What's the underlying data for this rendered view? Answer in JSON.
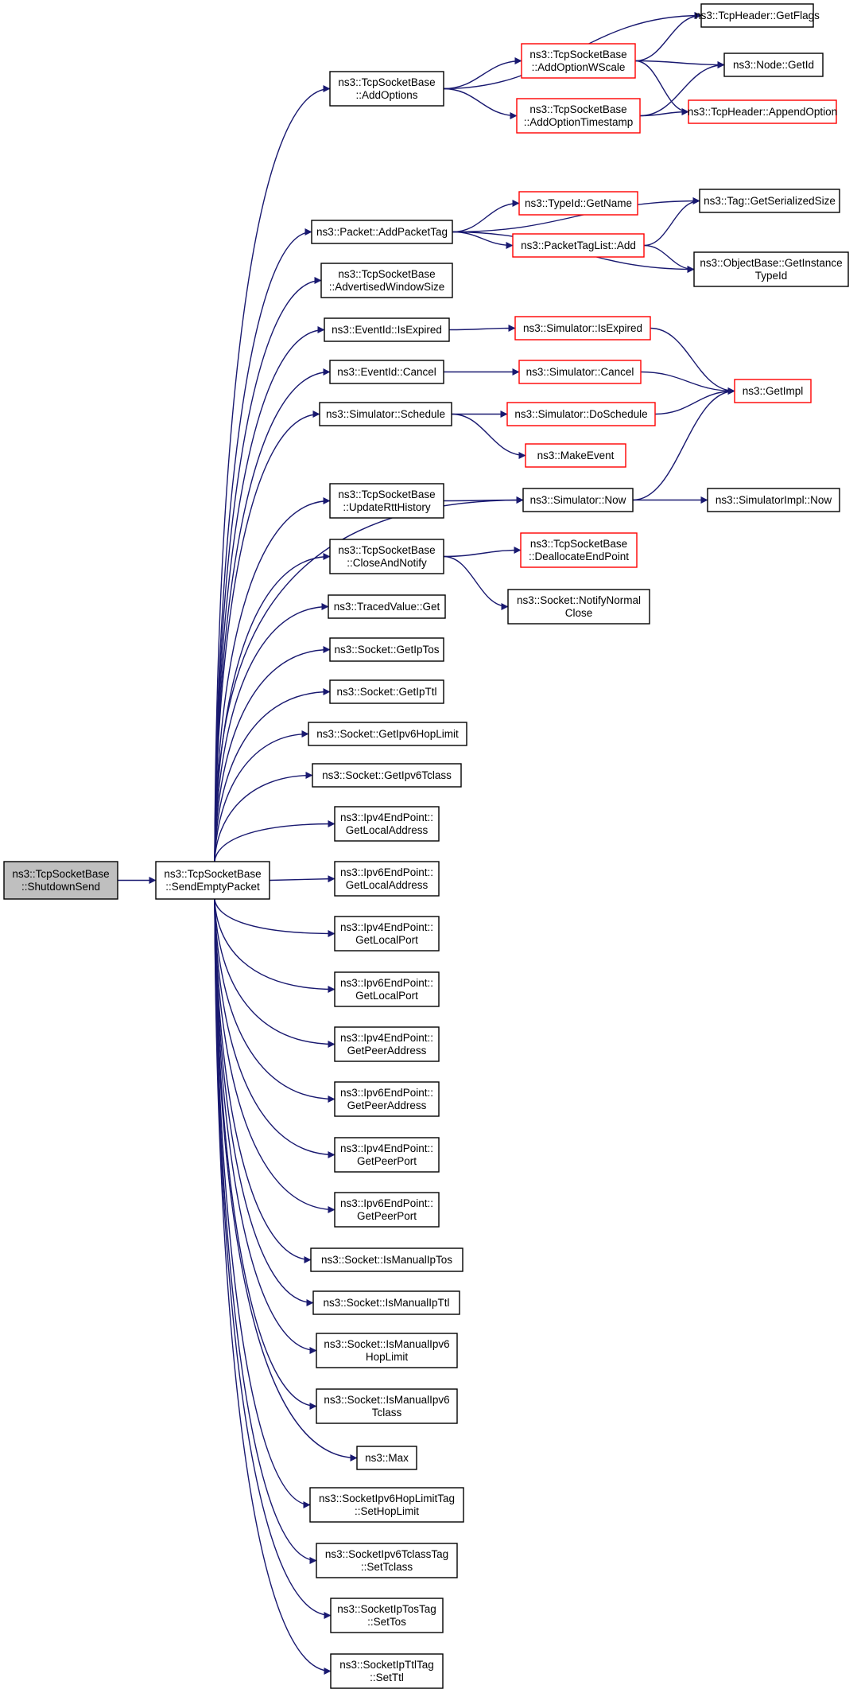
{
  "graph": {
    "nodes": [
      {
        "id": "root",
        "lines": [
          "ns3::TcpSocketBase",
          "::ShutdownSend"
        ],
        "style": "root"
      },
      {
        "id": "send",
        "lines": [
          "ns3::TcpSocketBase",
          "::SendEmptyPacket"
        ],
        "style": "normal"
      },
      {
        "id": "addopts",
        "lines": [
          "ns3::TcpSocketBase",
          "::AddOptions"
        ],
        "style": "normal"
      },
      {
        "id": "getflags",
        "lines": [
          "ns3::TcpHeader::GetFlags"
        ],
        "style": "normal"
      },
      {
        "id": "wscale",
        "lines": [
          "ns3::TcpSocketBase",
          "::AddOptionWScale"
        ],
        "style": "red"
      },
      {
        "id": "nodeid",
        "lines": [
          "ns3::Node::GetId"
        ],
        "style": "normal"
      },
      {
        "id": "tstamp",
        "lines": [
          "ns3::TcpSocketBase",
          "::AddOptionTimestamp"
        ],
        "style": "red"
      },
      {
        "id": "appendopt",
        "lines": [
          "ns3::TcpHeader::AppendOption"
        ],
        "style": "red"
      },
      {
        "id": "addtag",
        "lines": [
          "ns3::Packet::AddPacketTag"
        ],
        "style": "normal"
      },
      {
        "id": "typeidname",
        "lines": [
          "ns3::TypeId::GetName"
        ],
        "style": "red"
      },
      {
        "id": "tagsize",
        "lines": [
          "ns3::Tag::GetSerializedSize"
        ],
        "style": "normal"
      },
      {
        "id": "taglistadd",
        "lines": [
          "ns3::PacketTagList::Add"
        ],
        "style": "red"
      },
      {
        "id": "instancetypeid",
        "lines": [
          "ns3::ObjectBase::GetInstance",
          "TypeId"
        ],
        "style": "normal"
      },
      {
        "id": "advwin",
        "lines": [
          "ns3::TcpSocketBase",
          "::AdvertisedWindowSize"
        ],
        "style": "normal"
      },
      {
        "id": "isexpired",
        "lines": [
          "ns3::EventId::IsExpired"
        ],
        "style": "normal"
      },
      {
        "id": "simisexpired",
        "lines": [
          "ns3::Simulator::IsExpired"
        ],
        "style": "red"
      },
      {
        "id": "getimpl",
        "lines": [
          "ns3::GetImpl"
        ],
        "style": "red"
      },
      {
        "id": "cancel",
        "lines": [
          "ns3::EventId::Cancel"
        ],
        "style": "normal"
      },
      {
        "id": "simcancel",
        "lines": [
          "ns3::Simulator::Cancel"
        ],
        "style": "red"
      },
      {
        "id": "schedule",
        "lines": [
          "ns3::Simulator::Schedule"
        ],
        "style": "normal"
      },
      {
        "id": "doschedule",
        "lines": [
          "ns3::Simulator::DoSchedule"
        ],
        "style": "red"
      },
      {
        "id": "makeevent",
        "lines": [
          "ns3::MakeEvent"
        ],
        "style": "red"
      },
      {
        "id": "rtthist",
        "lines": [
          "ns3::TcpSocketBase",
          "::UpdateRttHistory"
        ],
        "style": "normal"
      },
      {
        "id": "simnow",
        "lines": [
          "ns3::Simulator::Now"
        ],
        "style": "normal"
      },
      {
        "id": "implnow",
        "lines": [
          "ns3::SimulatorImpl::Now"
        ],
        "style": "normal"
      },
      {
        "id": "closenotify",
        "lines": [
          "ns3::TcpSocketBase",
          "::CloseAndNotify"
        ],
        "style": "normal"
      },
      {
        "id": "dealloc",
        "lines": [
          "ns3::TcpSocketBase",
          "::DeallocateEndPoint"
        ],
        "style": "red"
      },
      {
        "id": "notifyclose",
        "lines": [
          "ns3::Socket::NotifyNormal",
          "Close"
        ],
        "style": "normal"
      },
      {
        "id": "tracedget",
        "lines": [
          "ns3::TracedValue::Get"
        ],
        "style": "normal"
      },
      {
        "id": "getiptos",
        "lines": [
          "ns3::Socket::GetIpTos"
        ],
        "style": "normal"
      },
      {
        "id": "getipttl",
        "lines": [
          "ns3::Socket::GetIpTtl"
        ],
        "style": "normal"
      },
      {
        "id": "getipv6hop",
        "lines": [
          "ns3::Socket::GetIpv6HopLimit"
        ],
        "style": "normal"
      },
      {
        "id": "getipv6tc",
        "lines": [
          "ns3::Socket::GetIpv6Tclass"
        ],
        "style": "normal"
      },
      {
        "id": "ep4local",
        "lines": [
          "ns3::Ipv4EndPoint::",
          "GetLocalAddress"
        ],
        "style": "normal"
      },
      {
        "id": "ep6local",
        "lines": [
          "ns3::Ipv6EndPoint::",
          "GetLocalAddress"
        ],
        "style": "normal"
      },
      {
        "id": "ep4lport",
        "lines": [
          "ns3::Ipv4EndPoint::",
          "GetLocalPort"
        ],
        "style": "normal"
      },
      {
        "id": "ep6lport",
        "lines": [
          "ns3::Ipv6EndPoint::",
          "GetLocalPort"
        ],
        "style": "normal"
      },
      {
        "id": "ep4peer",
        "lines": [
          "ns3::Ipv4EndPoint::",
          "GetPeerAddress"
        ],
        "style": "normal"
      },
      {
        "id": "ep6peer",
        "lines": [
          "ns3::Ipv6EndPoint::",
          "GetPeerAddress"
        ],
        "style": "normal"
      },
      {
        "id": "ep4pport",
        "lines": [
          "ns3::Ipv4EndPoint::",
          "GetPeerPort"
        ],
        "style": "normal"
      },
      {
        "id": "ep6pport",
        "lines": [
          "ns3::Ipv6EndPoint::",
          "GetPeerPort"
        ],
        "style": "normal"
      },
      {
        "id": "manualtos",
        "lines": [
          "ns3::Socket::IsManualIpTos"
        ],
        "style": "normal"
      },
      {
        "id": "manualttl",
        "lines": [
          "ns3::Socket::IsManualIpTtl"
        ],
        "style": "normal"
      },
      {
        "id": "manualv6hop",
        "lines": [
          "ns3::Socket::IsManualIpv6",
          "HopLimit"
        ],
        "style": "normal"
      },
      {
        "id": "manualv6tc",
        "lines": [
          "ns3::Socket::IsManualIpv6",
          "Tclass"
        ],
        "style": "normal"
      },
      {
        "id": "max",
        "lines": [
          "ns3::Max"
        ],
        "style": "normal"
      },
      {
        "id": "sethop",
        "lines": [
          "ns3::SocketIpv6HopLimitTag",
          "::SetHopLimit"
        ],
        "style": "normal"
      },
      {
        "id": "settclass",
        "lines": [
          "ns3::SocketIpv6TclassTag",
          "::SetTclass"
        ],
        "style": "normal"
      },
      {
        "id": "settos",
        "lines": [
          "ns3::SocketIpTosTag",
          "::SetTos"
        ],
        "style": "normal"
      },
      {
        "id": "setttl",
        "lines": [
          "ns3::SocketIpTtlTag",
          "::SetTtl"
        ],
        "style": "normal"
      }
    ],
    "edges": [
      {
        "from": "root",
        "to": "send"
      },
      {
        "from": "send",
        "to": "addopts"
      },
      {
        "from": "send",
        "to": "addtag"
      },
      {
        "from": "send",
        "to": "advwin"
      },
      {
        "from": "send",
        "to": "isexpired"
      },
      {
        "from": "send",
        "to": "cancel"
      },
      {
        "from": "send",
        "to": "schedule"
      },
      {
        "from": "send",
        "to": "simnow"
      },
      {
        "from": "send",
        "to": "rtthist"
      },
      {
        "from": "send",
        "to": "closenotify"
      },
      {
        "from": "send",
        "to": "tracedget"
      },
      {
        "from": "send",
        "to": "getiptos"
      },
      {
        "from": "send",
        "to": "getipttl"
      },
      {
        "from": "send",
        "to": "getipv6hop"
      },
      {
        "from": "send",
        "to": "getipv6tc"
      },
      {
        "from": "send",
        "to": "ep4local"
      },
      {
        "from": "send",
        "to": "ep6local"
      },
      {
        "from": "send",
        "to": "ep4lport"
      },
      {
        "from": "send",
        "to": "ep6lport"
      },
      {
        "from": "send",
        "to": "ep4peer"
      },
      {
        "from": "send",
        "to": "ep6peer"
      },
      {
        "from": "send",
        "to": "ep4pport"
      },
      {
        "from": "send",
        "to": "ep6pport"
      },
      {
        "from": "send",
        "to": "manualtos"
      },
      {
        "from": "send",
        "to": "manualttl"
      },
      {
        "from": "send",
        "to": "manualv6hop"
      },
      {
        "from": "send",
        "to": "manualv6tc"
      },
      {
        "from": "send",
        "to": "max"
      },
      {
        "from": "send",
        "to": "sethop"
      },
      {
        "from": "send",
        "to": "settclass"
      },
      {
        "from": "send",
        "to": "settos"
      },
      {
        "from": "send",
        "to": "setttl"
      },
      {
        "from": "addopts",
        "to": "getflags"
      },
      {
        "from": "addopts",
        "to": "wscale"
      },
      {
        "from": "addopts",
        "to": "tstamp"
      },
      {
        "from": "wscale",
        "to": "getflags"
      },
      {
        "from": "wscale",
        "to": "nodeid"
      },
      {
        "from": "wscale",
        "to": "appendopt"
      },
      {
        "from": "tstamp",
        "to": "nodeid"
      },
      {
        "from": "tstamp",
        "to": "appendopt"
      },
      {
        "from": "addtag",
        "to": "tagsize"
      },
      {
        "from": "addtag",
        "to": "typeidname"
      },
      {
        "from": "addtag",
        "to": "taglistadd"
      },
      {
        "from": "addtag",
        "to": "instancetypeid"
      },
      {
        "from": "taglistadd",
        "to": "tagsize"
      },
      {
        "from": "taglistadd",
        "to": "instancetypeid"
      },
      {
        "from": "isexpired",
        "to": "simisexpired"
      },
      {
        "from": "simisexpired",
        "to": "getimpl"
      },
      {
        "from": "cancel",
        "to": "simcancel"
      },
      {
        "from": "simcancel",
        "to": "getimpl"
      },
      {
        "from": "schedule",
        "to": "doschedule"
      },
      {
        "from": "schedule",
        "to": "makeevent"
      },
      {
        "from": "doschedule",
        "to": "getimpl"
      },
      {
        "from": "rtthist",
        "to": "simnow"
      },
      {
        "from": "simnow",
        "to": "getimpl"
      },
      {
        "from": "simnow",
        "to": "implnow"
      },
      {
        "from": "closenotify",
        "to": "dealloc"
      },
      {
        "from": "closenotify",
        "to": "notifyclose"
      }
    ]
  },
  "colors": {
    "edge": "#191970",
    "red_border": "#ff0000",
    "normal_border": "#000000",
    "root_fill": "#bfbfbf",
    "node_fill": "#ffffff",
    "text": "#000000"
  }
}
